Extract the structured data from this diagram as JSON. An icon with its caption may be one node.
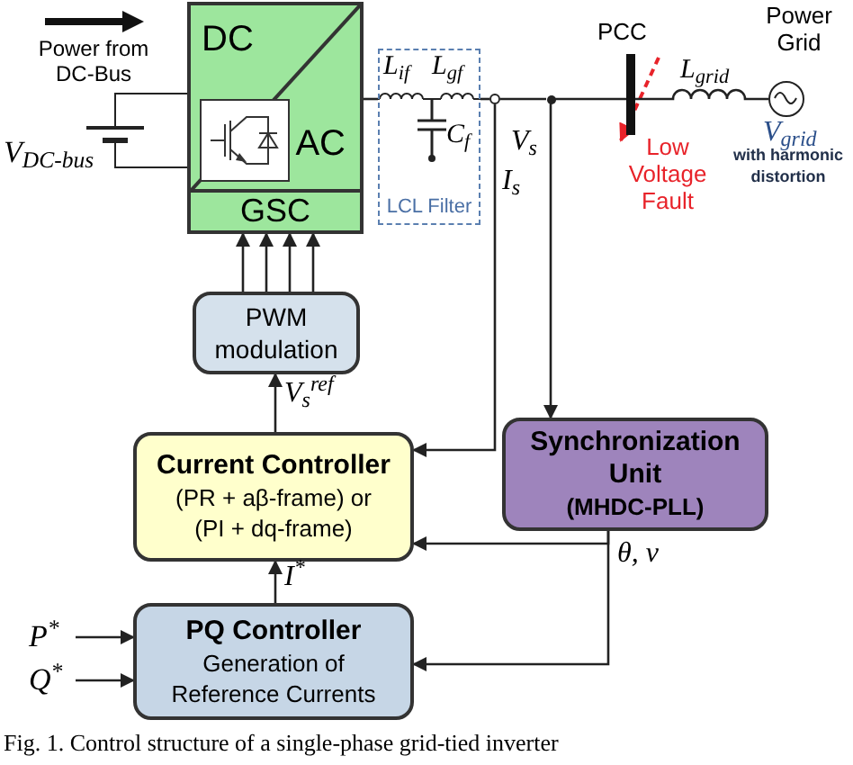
{
  "diagram": {
    "caption": "Fig. 1. Control structure of a single-phase grid-tied inverter",
    "nodes": [
      {
        "text": [
          "DC",
          "AC",
          "GSC"
        ]
      },
      {
        "text": [
          "LCL Filter"
        ]
      },
      {
        "text": [
          "PWM modulation"
        ]
      },
      {
        "text": [
          "Current Controller",
          "(PR + aβ-frame) or (PI + dq-frame)"
        ]
      },
      {
        "text": [
          "Synchronization Unit",
          "(MHDC-PLL)"
        ]
      },
      {
        "text": [
          "PQ Controller",
          "Generation of Reference Currents"
        ]
      },
      {
        "text": [
          "P$^{*}$"
        ]
      },
      {
        "text": [
          "Q$^{*}$"
        ]
      },
      {
        "text": [],
        "shape": "circle"
      },
      {
        "text": [],
        "shape": "circle"
      },
      {
        "text": [],
        "shape": "bar"
      },
      {
        "text": [],
        "shape": "circle"
      }
    ],
    "edges": [
      {
        "from": 2,
        "to": 0,
        "arrow": "to"
      },
      {
        "from": 2,
        "to": 0,
        "arrow": "to"
      },
      {
        "from": 2,
        "to": 0,
        "arrow": "to"
      },
      {
        "from": 2,
        "to": 0,
        "arrow": "to"
      },
      {
        "from": 3,
        "to": 2,
        "arrow": "to",
        "label": "V$_{s}$$^{ref}$"
      },
      {
        "from": 8,
        "to": 3,
        "arrow": "to",
        "label": "I$_{s}$"
      },
      {
        "from": 9,
        "to": 4,
        "arrow": "to",
        "label": "V$_{s}$"
      },
      {
        "from": 4,
        "to": 3,
        "arrow": "to",
        "label": "θ, v"
      },
      {
        "from": 4,
        "to": 5,
        "arrow": "to"
      },
      {
        "from": 5,
        "to": 3,
        "arrow": "to",
        "label": "I$^{*}$"
      },
      {
        "from": 6,
        "to": 5,
        "arrow": "to"
      },
      {
        "from": 7,
        "to": 5,
        "arrow": "to"
      },
      {
        "from": 0,
        "to": 1,
        "arrow": "none"
      },
      {
        "from": 1,
        "to": 8,
        "arrow": "none"
      },
      {
        "from": 8,
        "to": 9,
        "arrow": "none"
      },
      {
        "from": 9,
        "to": 10,
        "arrow": "none"
      },
      {
        "from": 10,
        "to": 11,
        "arrow": "none"
      }
    ],
    "labels": [
      "Power from DC-Bus",
      "V$_{DC-bus}$",
      "L$_{if}$",
      "L$_{gf}$",
      "C$_{f}$",
      "PCC",
      "L$_{grid}$",
      "Power Grid",
      "V$_{grid}$",
      "with harmonic distortion",
      "Low Voltage Fault"
    ]
  }
}
